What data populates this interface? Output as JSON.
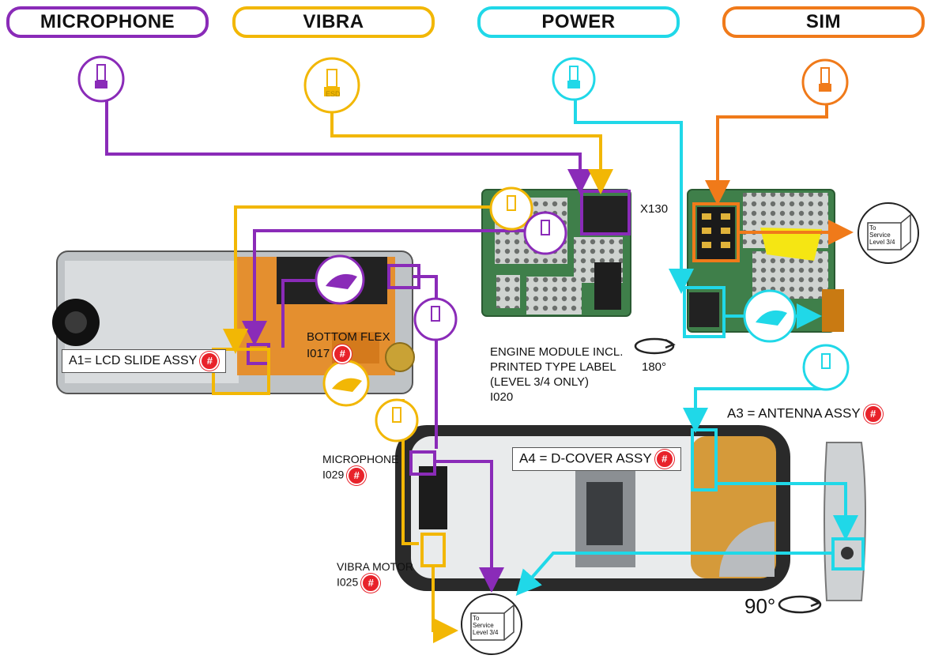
{
  "headers": {
    "microphone": "MICROPHONE",
    "vibra": "VIBRA",
    "power": "POWER",
    "sim": "SIM"
  },
  "labels": {
    "x130": "X130",
    "bottom_flex_line1": "BOTTOM FLEX",
    "bottom_flex_line2": "I017",
    "lcd_slide": "A1= LCD SLIDE ASSY",
    "engine_line1": "ENGINE MODULE INCL.",
    "engine_line2": "PRINTED TYPE LABEL",
    "engine_line3": "(LEVEL 3/4 ONLY)",
    "engine_line4": "I020",
    "rotate_180": "180°",
    "antenna": "A3 = ANTENNA ASSY",
    "dcover": "A4 = D-COVER ASSY",
    "mic_line1": "MICROPHONE",
    "mic_line2": "I029",
    "vibra_line1": "VIBRA MOTOR",
    "vibra_line2": "I025",
    "rotate_90": "90°",
    "hash": "#",
    "esd": "ESD",
    "service_line1": "To",
    "service_line2": "Service",
    "service_line3": "Level 3/4"
  },
  "colors": {
    "microphone": "#8a2bb8",
    "vibra": "#f2b705",
    "power": "#20d8e8",
    "sim": "#f07a1a",
    "hash": "#e8222a",
    "pcb_green": "#3f7f4a",
    "flex_orange": "#e8891e",
    "cover_dark": "#2a2a2a"
  },
  "icons": [
    "esd-wrist-strap-icon",
    "hand-tool-icon",
    "service-box-icon",
    "rotate-arrow-icon",
    "hash-badge-icon"
  ]
}
